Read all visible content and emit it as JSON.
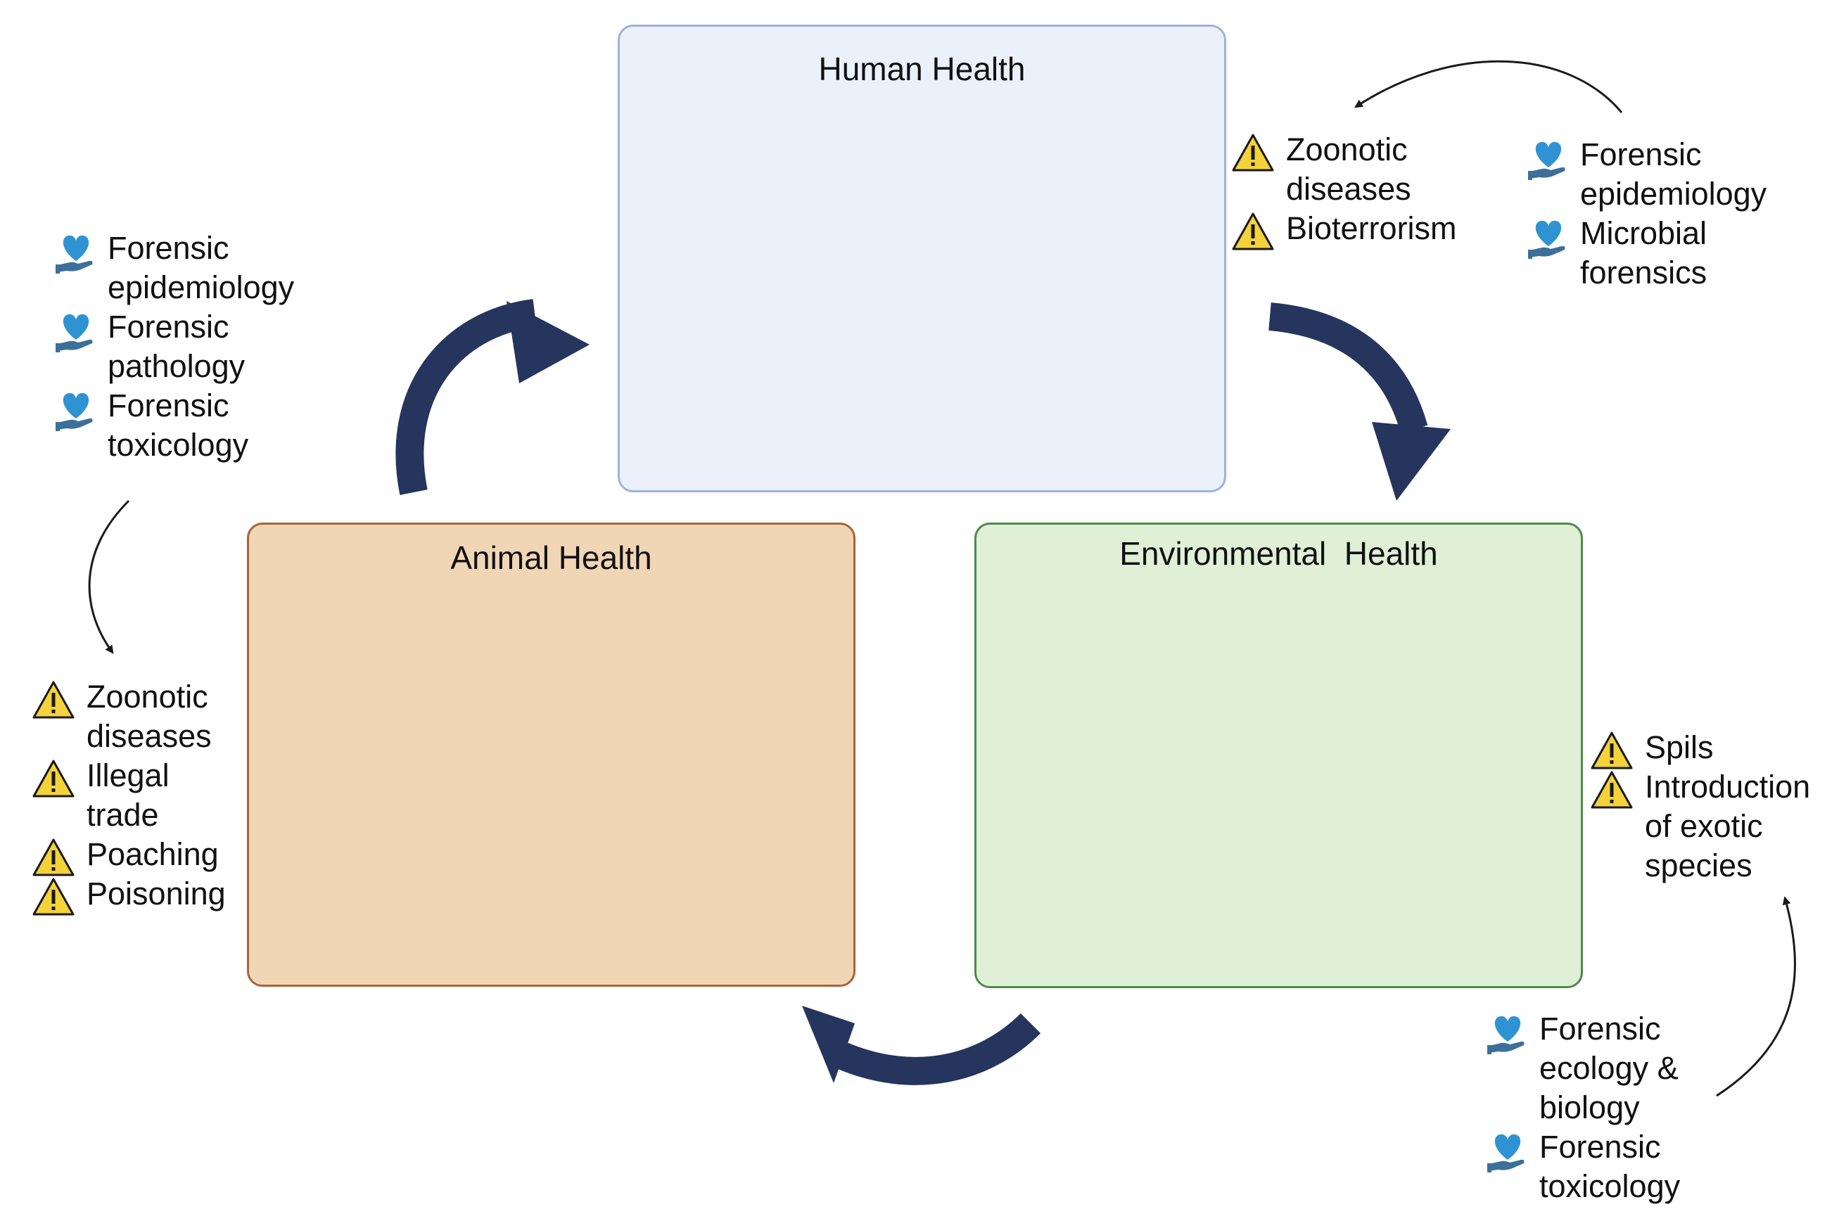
{
  "panels": {
    "human": {
      "title": "Human Health"
    },
    "animal": {
      "title": "Animal Health"
    },
    "environment": {
      "title": "Environmental  Health"
    }
  },
  "lists": {
    "human_threats": [
      "Zoonotic\ndiseases",
      "Bioterrorism"
    ],
    "human_forensics": [
      "Forensic\nepidemiology",
      "Microbial\nforensics"
    ],
    "animal_forensics": [
      "Forensic\nepidemiology",
      "Forensic\npathology",
      "Forensic\ntoxicology"
    ],
    "animal_threats": [
      "Zoonotic\ndiseases",
      "Illegal\ntrade",
      "Poaching",
      "Poisoning"
    ],
    "env_threats": [
      "Spils",
      "Introduction\nof exotic\nspecies"
    ],
    "env_forensics": [
      "Forensic\necology &\nbiology",
      "Forensic\ntoxicology"
    ]
  },
  "icons": {
    "threat": "warning-triangle-icon",
    "forensic": "heart-in-hand-icon"
  },
  "colors": {
    "human_fill": "#eaf1fb",
    "human_border": "#9db4d9",
    "animal_fill": "#f1d6b5",
    "animal_border": "#a8643a",
    "environment_fill": "#dff0d6",
    "environment_border": "#4e8a4a",
    "cycle_arrow": "#25355e",
    "heart": "#2f93d3",
    "hand": "#3c6f9a",
    "warning": "#f3d23a"
  }
}
